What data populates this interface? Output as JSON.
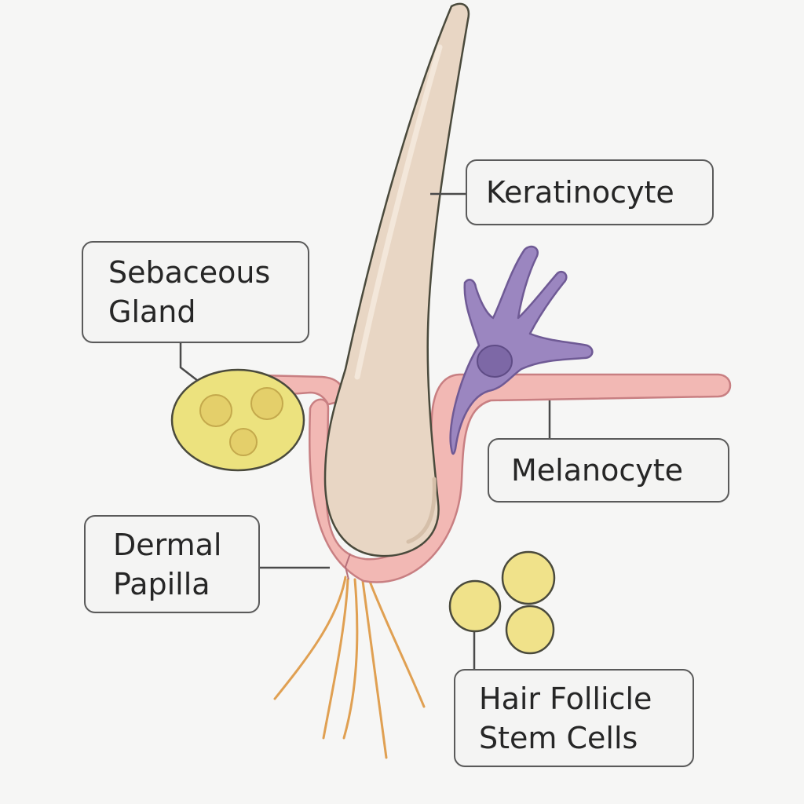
{
  "labels": {
    "keratinocyte": "Keratinocyte",
    "sebaceous_line1": "Sebaceous",
    "sebaceous_line2": "Gland",
    "melanocyte": "Melanocyte",
    "dermal_line1": "Dermal",
    "dermal_line2": "Papilla",
    "stem_line1": "Hair Follicle",
    "stem_line2": "Stem Cells"
  },
  "colors": {
    "background": "#f6f6f5",
    "hair_shaft": "#e8d6c4",
    "follicle_sheath": "#f2b8b4",
    "sebaceous_gland": "#ece27e",
    "melanocyte": "#9b86c0",
    "stem_cells": "#f0e28a",
    "root_fibers": "#e0a052",
    "outline": "#4a4a3c"
  }
}
